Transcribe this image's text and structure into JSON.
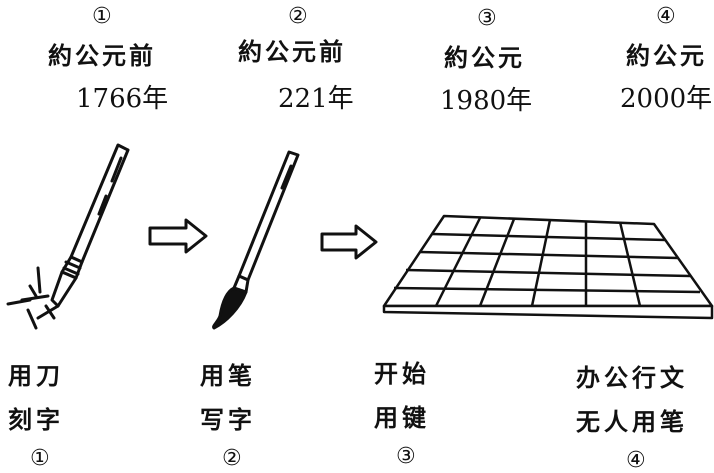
{
  "stages": [
    {
      "num": "①",
      "era": "約公元前",
      "year": "1766年",
      "line1": "用刀",
      "line2": "刻字",
      "label": "①"
    },
    {
      "num": "②",
      "era": "約公元前",
      "year": "221年",
      "line1": "用笔",
      "line2": "写字",
      "label": "②"
    },
    {
      "num": "③",
      "era": "約公元",
      "year": "1980年",
      "line1": "开始",
      "line2": "用键",
      "label": "③"
    },
    {
      "num": "④",
      "era": "約公元",
      "year": "2000年",
      "line1": "办公行文",
      "line2": "无人用笔",
      "label": "④"
    }
  ]
}
